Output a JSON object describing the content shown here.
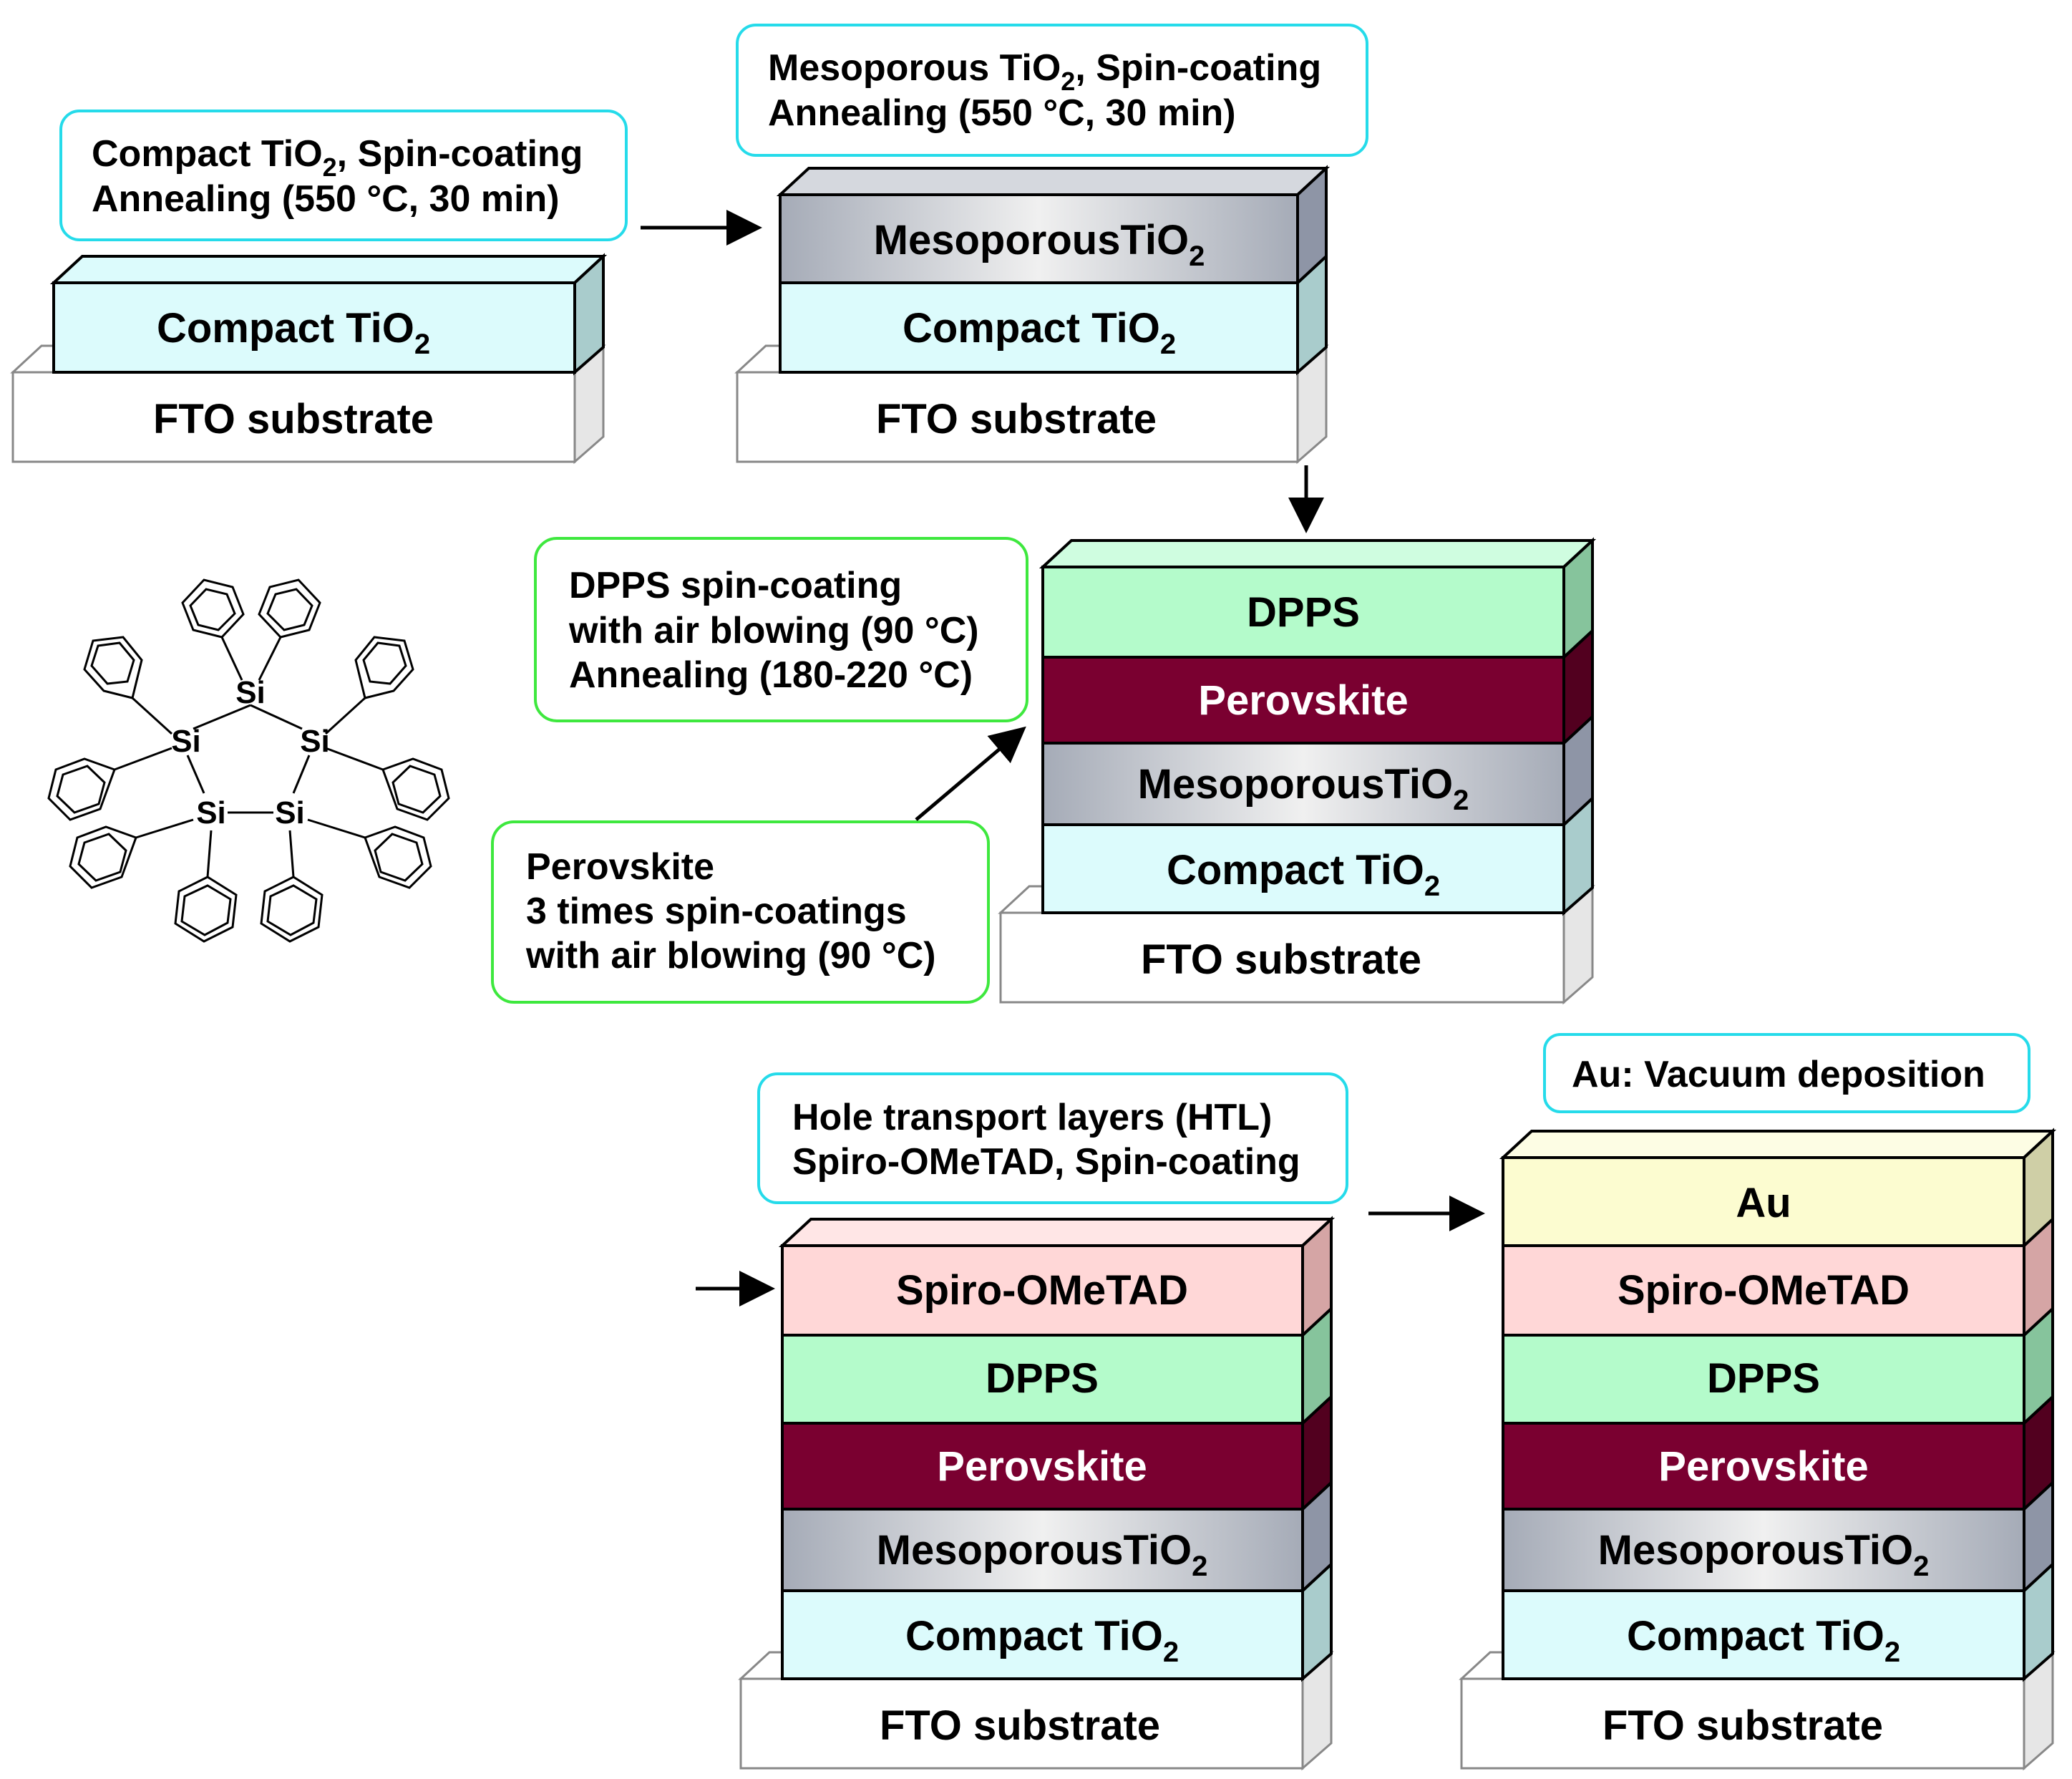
{
  "layers": {
    "fto": "FTO substrate",
    "compact_base": "Compact TiO",
    "meso_base": "MesoporousTiO",
    "sub2": "2",
    "perovskite": "Perovskite",
    "dpps": "DPPS",
    "spiro": "Spiro-OMeTAD",
    "au": "Au"
  },
  "notes": {
    "compact": {
      "l1_a": "Compact TiO",
      "l1_sub": "2",
      "l1_b": ", Spin-coating",
      "l2": "Annealing (550 °C, 30 min)"
    },
    "meso": {
      "l1_a": "Mesoporous TiO",
      "l1_sub": "2",
      "l1_b": ", Spin-coating",
      "l2": "Annealing (550 °C, 30 min)"
    },
    "dpps": {
      "l1": "DPPS spin-coating",
      "l2": "with air blowing (90 °C)",
      "l3": "Annealing (180-220 °C)"
    },
    "perov": {
      "l1": "Perovskite",
      "l2": "3 times spin-coatings",
      "l3": "with air blowing (90 °C)"
    },
    "htl": {
      "l1": "Hole transport layers (HTL)",
      "l2": "Spiro-OMeTAD, Spin-coating"
    },
    "au": {
      "l1": "Au: Vacuum deposition"
    }
  },
  "molecule": {
    "atom": "Si"
  },
  "colors": {
    "fto": "#ffffff",
    "compact": "#dcfbfc",
    "meso_mid": "#ededed",
    "meso_edge": "#9ca3b0",
    "dpps": "#b4fbcb",
    "perovskite": "#7a0030",
    "spiro": "#ffd7d7",
    "au": "#fcfcd0",
    "cyan_border": "#25dbea",
    "green_border": "#3ee83e"
  }
}
